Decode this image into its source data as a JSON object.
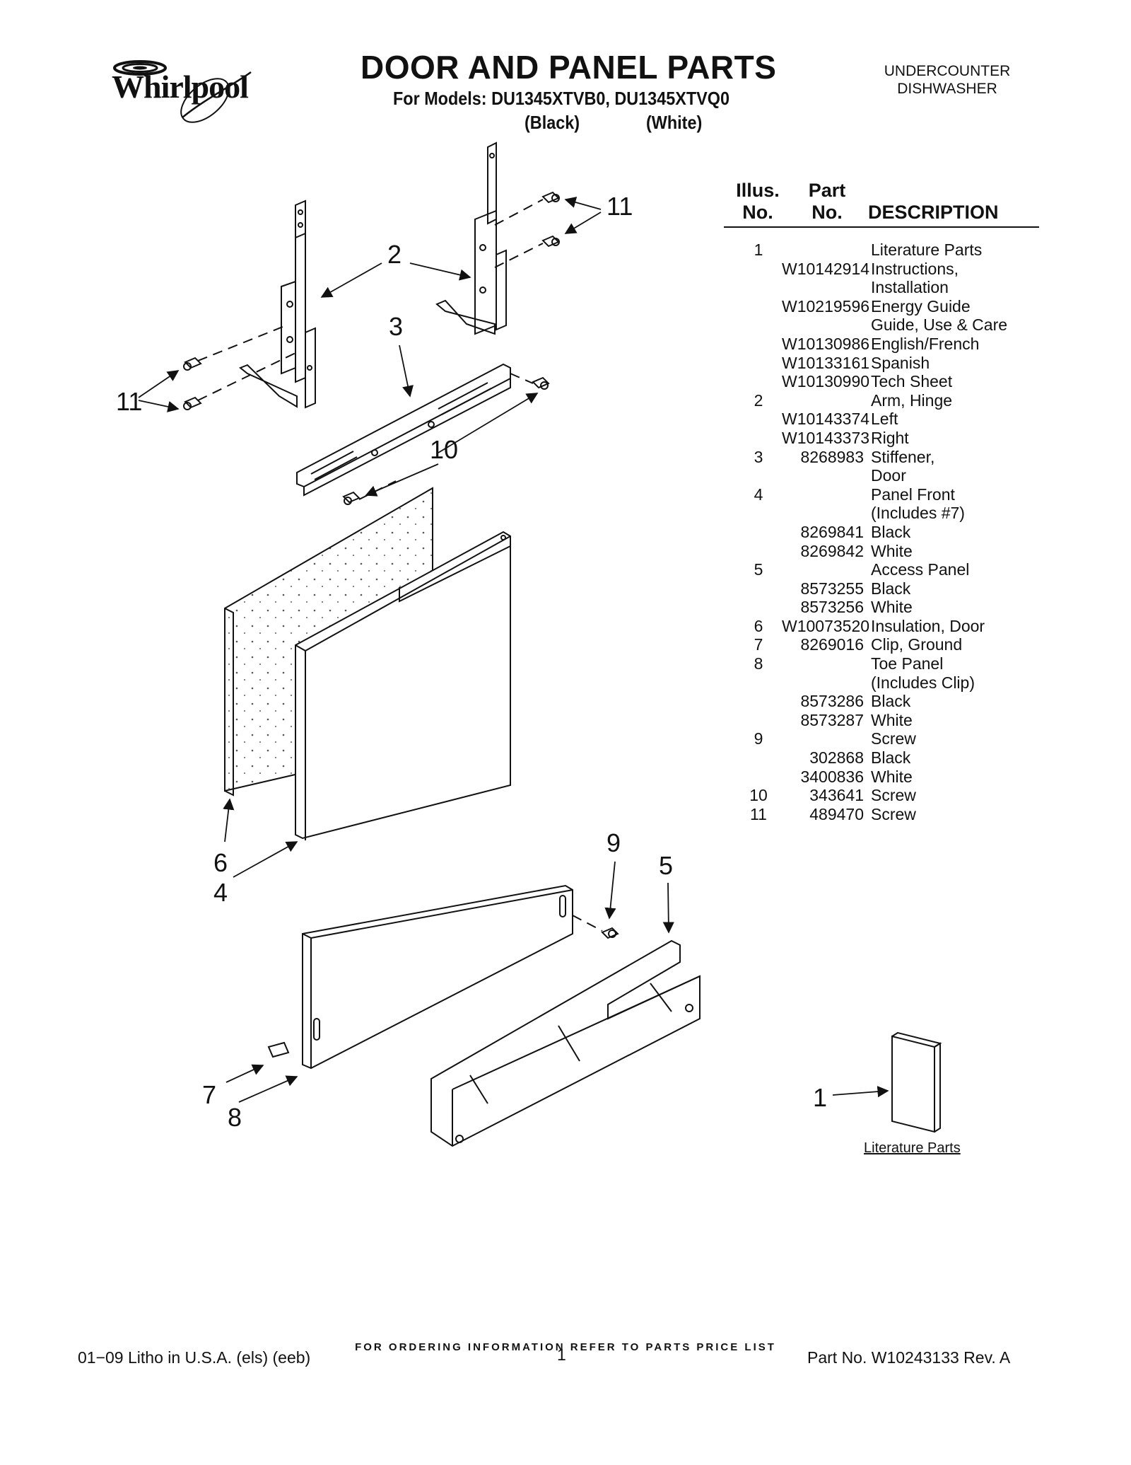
{
  "header": {
    "brand": "Whirlpool",
    "title": "DOOR AND PANEL PARTS",
    "models": "For Models: DU1345XTVB0, DU1345XTVQ0",
    "variant_black": "(Black)",
    "variant_white": "(White)",
    "product_type_line1": "UNDERCOUNTER",
    "product_type_line2": "DISHWASHER"
  },
  "table": {
    "head_illus_line1": "Illus.",
    "head_illus_line2": "No.",
    "head_part_line1": "Part",
    "head_part_line2": "No.",
    "head_description": "DESCRIPTION",
    "rows": [
      {
        "illus": "1",
        "part": "",
        "desc": "Literature Parts"
      },
      {
        "illus": "",
        "part": "W10142914",
        "desc": "Instructions,"
      },
      {
        "illus": "",
        "part": "",
        "desc": "Installation"
      },
      {
        "illus": "",
        "part": "W10219596",
        "desc": "Energy Guide"
      },
      {
        "illus": "",
        "part": "",
        "desc": "Guide, Use & Care"
      },
      {
        "illus": "",
        "part": "W10130986",
        "desc": "English/French"
      },
      {
        "illus": "",
        "part": "W10133161",
        "desc": "Spanish"
      },
      {
        "illus": "",
        "part": "W10130990",
        "desc": "Tech Sheet"
      },
      {
        "illus": "2",
        "part": "",
        "desc": "Arm, Hinge"
      },
      {
        "illus": "",
        "part": "W10143374",
        "desc": "Left"
      },
      {
        "illus": "",
        "part": "W10143373",
        "desc": "Right"
      },
      {
        "illus": "3",
        "part": "8268983",
        "desc": "Stiffener,"
      },
      {
        "illus": "",
        "part": "",
        "desc": "Door"
      },
      {
        "illus": "4",
        "part": "",
        "desc": "Panel Front"
      },
      {
        "illus": "",
        "part": "",
        "desc": "(Includes #7)"
      },
      {
        "illus": "",
        "part": "8269841",
        "desc": "Black"
      },
      {
        "illus": "",
        "part": "8269842",
        "desc": "White"
      },
      {
        "illus": "5",
        "part": "",
        "desc": "Access Panel"
      },
      {
        "illus": "",
        "part": "8573255",
        "desc": "Black"
      },
      {
        "illus": "",
        "part": "8573256",
        "desc": "White"
      },
      {
        "illus": "6",
        "part": "W10073520",
        "desc": "Insulation, Door"
      },
      {
        "illus": "7",
        "part": "8269016",
        "desc": "Clip, Ground"
      },
      {
        "illus": "8",
        "part": "",
        "desc": "Toe Panel"
      },
      {
        "illus": "",
        "part": "",
        "desc": "(Includes Clip)"
      },
      {
        "illus": "",
        "part": "8573286",
        "desc": "Black"
      },
      {
        "illus": "",
        "part": "8573287",
        "desc": "White"
      },
      {
        "illus": "9",
        "part": "",
        "desc": "Screw"
      },
      {
        "illus": "",
        "part": "302868",
        "desc": "Black"
      },
      {
        "illus": "",
        "part": "3400836",
        "desc": "White"
      },
      {
        "illus": "10",
        "part": "343641",
        "desc": "Screw"
      },
      {
        "illus": "11",
        "part": "489470",
        "desc": "Screw"
      }
    ]
  },
  "diagram": {
    "callouts": {
      "c1": "1",
      "c2": "2",
      "c3": "3",
      "c4": "4",
      "c5": "5",
      "c6": "6",
      "c7": "7",
      "c8": "8",
      "c9": "9",
      "c10": "10",
      "c11a": "11",
      "c11b": "11"
    },
    "literature_caption": "Literature Parts"
  },
  "footer": {
    "ordering": "FOR ORDERING INFORMATION REFER TO PARTS PRICE LIST",
    "litho": "01−09 Litho in U.S.A. (els) (eeb)",
    "page": "1",
    "part_no": "Part No. W10243133 Rev. A"
  }
}
